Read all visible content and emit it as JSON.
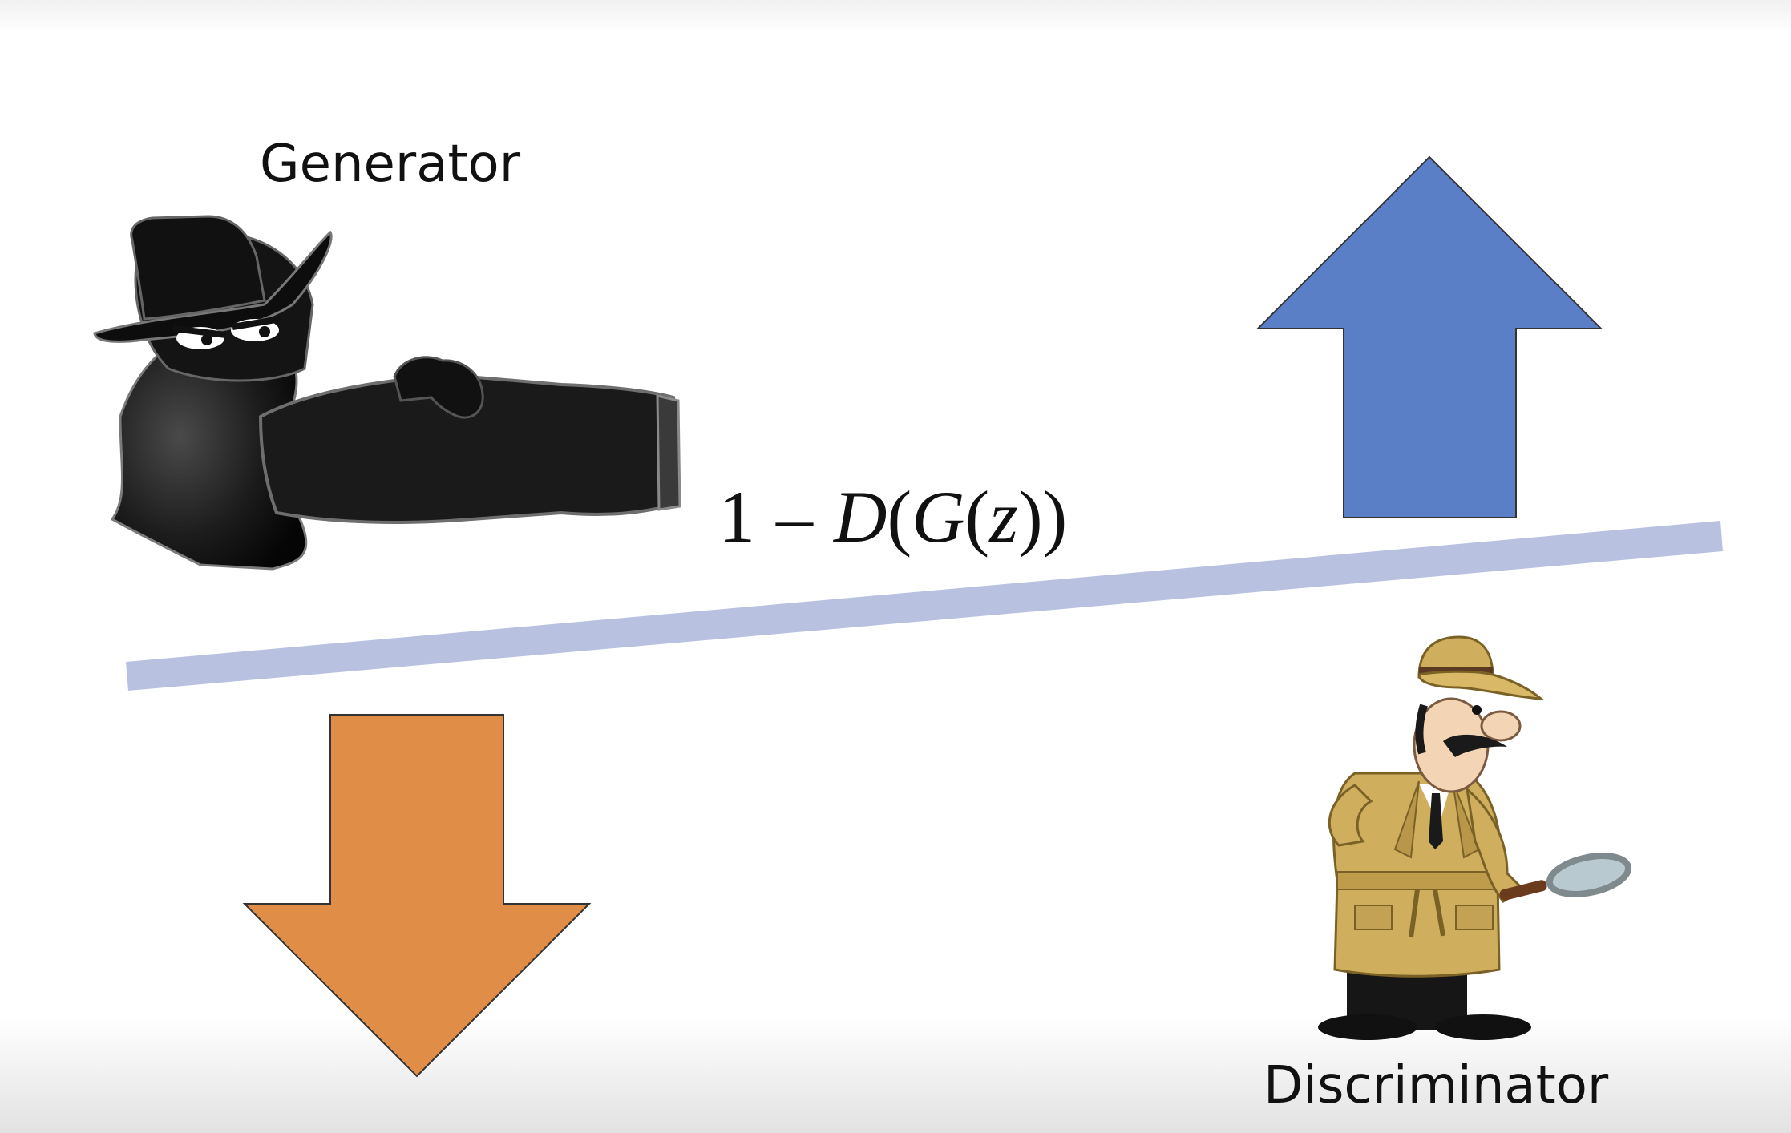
{
  "labels": {
    "generator": "Generator",
    "discriminator": "Discriminator"
  },
  "formula": {
    "one": "1",
    "minus": "–",
    "d": "D",
    "open_paren_1": "(",
    "g": "G",
    "open_paren_2": "(",
    "z": "z",
    "close_parens": "))"
  },
  "colors": {
    "seesaw_bar": "#b8c2e0",
    "up_arrow": "#5b7fc7",
    "down_arrow": "#e08d48",
    "arrow_outline": "#333333",
    "generator_figure": "#111111",
    "discriminator_coat": "#cfae5e"
  },
  "icons": {
    "generator": "spy-in-trenchcoat-icon",
    "discriminator": "detective-with-magnifier-icon",
    "up_arrow": "arrow-up-icon",
    "down_arrow": "arrow-down-icon"
  }
}
